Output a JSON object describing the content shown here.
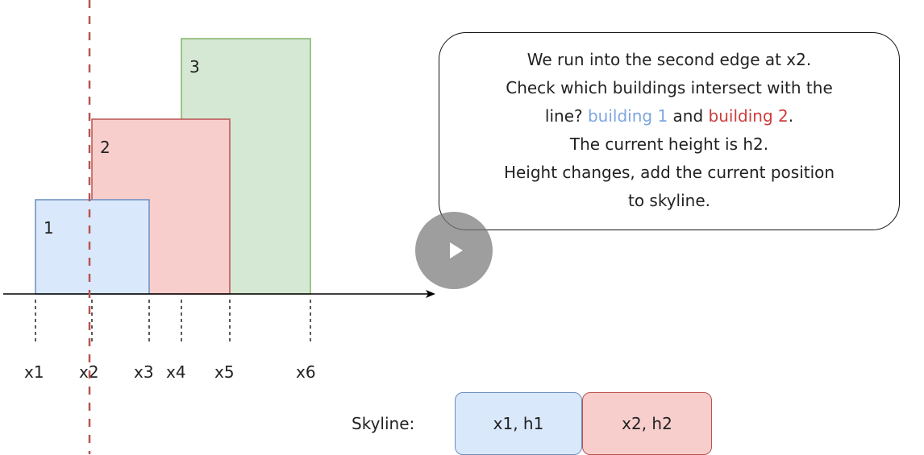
{
  "buildings": [
    {
      "label": "1",
      "fill": "#dae8fc",
      "stroke": "#6c8ebf"
    },
    {
      "label": "2",
      "fill": "#f8cecc",
      "stroke": "#b85450"
    },
    {
      "label": "3",
      "fill": "#d5e8d4",
      "stroke": "#82b366"
    }
  ],
  "edges": [
    "x1",
    "x2",
    "x3",
    "x4",
    "x5",
    "x6"
  ],
  "callout": {
    "line1": "We run into the second edge at x2.",
    "line2": "Check which buildings intersect with the",
    "line3_prefix": "line? ",
    "line3_building1": "building 1",
    "line3_and": " and ",
    "line3_building2": "building 2",
    "line3_suffix": ".",
    "line4": "The current height is h2.",
    "line5": "Height changes, add the current position",
    "line6": "to skyline."
  },
  "skyline": {
    "title": "Skyline:",
    "entries": [
      {
        "text": "x1, h1",
        "fill": "#dae8fc",
        "stroke": "#6c8ebf"
      },
      {
        "text": "x2, h2",
        "fill": "#f8cecc",
        "stroke": "#b85450"
      }
    ]
  },
  "colors": {
    "sweep_line": "#b85450",
    "highlight_building1": "#7ea6e0",
    "highlight_building2": "#d03b3b"
  },
  "icons": {
    "play": "play-icon"
  }
}
